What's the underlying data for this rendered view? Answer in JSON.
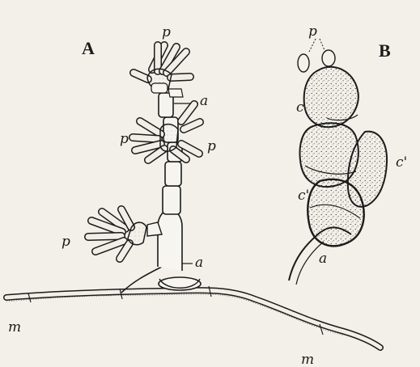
{
  "figure": {
    "panels": {
      "A": "A",
      "B": "B"
    },
    "labels": {
      "p_top": "p",
      "a_upper": "a",
      "p_left_mid": "p",
      "p_right_mid": "p",
      "p_bottom": "p",
      "a_lower": "a",
      "m_left": "m",
      "m_right": "m",
      "b_p": "p",
      "b_c": "c",
      "b_c1": "c'",
      "b_c2": "c'",
      "b_a": "a"
    },
    "colors": {
      "background": "#f2f0e8",
      "ink": "#1b1b1b",
      "dots": "#2a2a2a"
    }
  }
}
